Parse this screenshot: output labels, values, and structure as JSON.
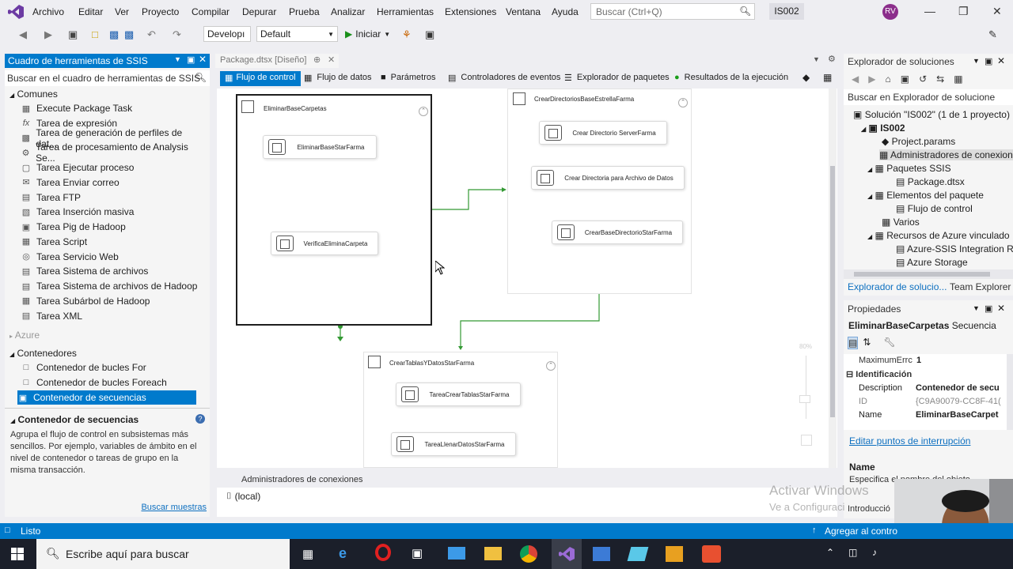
{
  "menu": [
    "Archivo",
    "Editar",
    "Ver",
    "Proyecto",
    "Compilar",
    "Depurar",
    "Prueba",
    "Analizar",
    "Herramientas",
    "Extensiones",
    "Ventana",
    "Ayuda"
  ],
  "search_placeholder": "Buscar (Ctrl+Q)",
  "project_badge": "IS002",
  "avatar_initials": "RV",
  "toolbar": {
    "config": "Developı",
    "platform": "Default",
    "start": "Iniciar"
  },
  "toolbox": {
    "title": "Cuadro de herramientas de SSIS",
    "search": "Buscar en el cuadro de herramientas de SSIS",
    "cat_common": "Comunes",
    "items": [
      "Execute Package Task",
      "Tarea de expresión",
      "Tarea de generación de perfiles de dat...",
      "Tarea de procesamiento de Analysis Se...",
      "Tarea Ejecutar proceso",
      "Tarea Enviar correo",
      "Tarea FTP",
      "Tarea Inserción masiva",
      "Tarea Pig de Hadoop",
      "Tarea Script",
      "Tarea Servicio Web",
      "Tarea Sistema de archivos",
      "Tarea Sistema de archivos de Hadoop",
      "Tarea Subárbol de Hadoop",
      "Tarea XML"
    ],
    "cat_azure": "Azure",
    "cat_containers": "Contenedores",
    "containers": [
      "Contenedor de bucles For",
      "Contenedor de bucles Foreach",
      "Contenedor de secuencias"
    ],
    "info_title": "Contenedor de secuencias",
    "info_text": "Agrupa el flujo de control en subsistemas más sencillos. Por ejemplo, variables de ámbito en el nivel de contenedor o tareas de grupo en la misma transacción.",
    "samples_link": "Buscar muestras"
  },
  "doc_tab": "Package.dtsx [Diseño]",
  "designer_tabs": [
    "Flujo de control",
    "Flujo de datos",
    "Parámetros",
    "Controladores de eventos",
    "Explorador de paquetes",
    "Resultados de la ejecución"
  ],
  "canvas": {
    "c1_title": "EliminarBaseCarpetas",
    "c1_task1": "EliminarBaseStarFarma",
    "c1_task2": "VerificaEliminaCarpeta",
    "c2_title": "CrearDirectoriosBaseEstrellaFarma",
    "c2_task1": "Crear Directorio ServerFarma",
    "c2_task2": "Crear Directoria para Archivo de Datos",
    "c2_task3": "CrearBaseDirectorioStarFarma",
    "c3_title": "CrearTablasYDatosStarFarma",
    "c3_task1": "TareaCrearTablasStarFarma",
    "c3_task2": "TareaLlenarDatosStarFarma",
    "zoom": "80%"
  },
  "conn_managers": {
    "header": "Administradores de conexiones",
    "item": "(local)"
  },
  "solution": {
    "title": "Explorador de soluciones",
    "search": "Buscar en Explorador de solucione",
    "items": [
      "Solución \"IS002\" (1 de 1 proyecto)",
      "IS002",
      "Project.params",
      "Administradores de conexion",
      "Paquetes SSIS",
      "Package.dtsx",
      "Elementos del paquete",
      "Flujo de control",
      "Varios",
      "Recursos de Azure vinculado",
      "Azure-SSIS Integration Ru",
      "Azure Storage"
    ],
    "tab1": "Explorador de solucio...",
    "tab2": "Team Explorer"
  },
  "properties": {
    "title": "Propiedades",
    "object": "EliminarBaseCarpetas",
    "object_type": "Secuencia",
    "rows": [
      {
        "name": "MaximumErrc",
        "value": "1"
      },
      {
        "name": "Description",
        "value": "Contenedor de secu"
      },
      {
        "name": "ID",
        "value": "{C9A90079-CC8F-41("
      },
      {
        "name": "Name",
        "value": "EliminarBaseCarpet"
      }
    ],
    "section": "Identificación",
    "link": "Editar puntos de interrupción",
    "desc_title": "Name",
    "desc_text": "Especifica el nombre del objeto.",
    "intro": "Introducció"
  },
  "status": {
    "left": "Listo",
    "right": "Agregar al contro"
  },
  "watermark": {
    "line1": "Activar Windows",
    "line2": "Ve a Configuraci"
  },
  "taskbar_search": "Escribe aquí para buscar"
}
